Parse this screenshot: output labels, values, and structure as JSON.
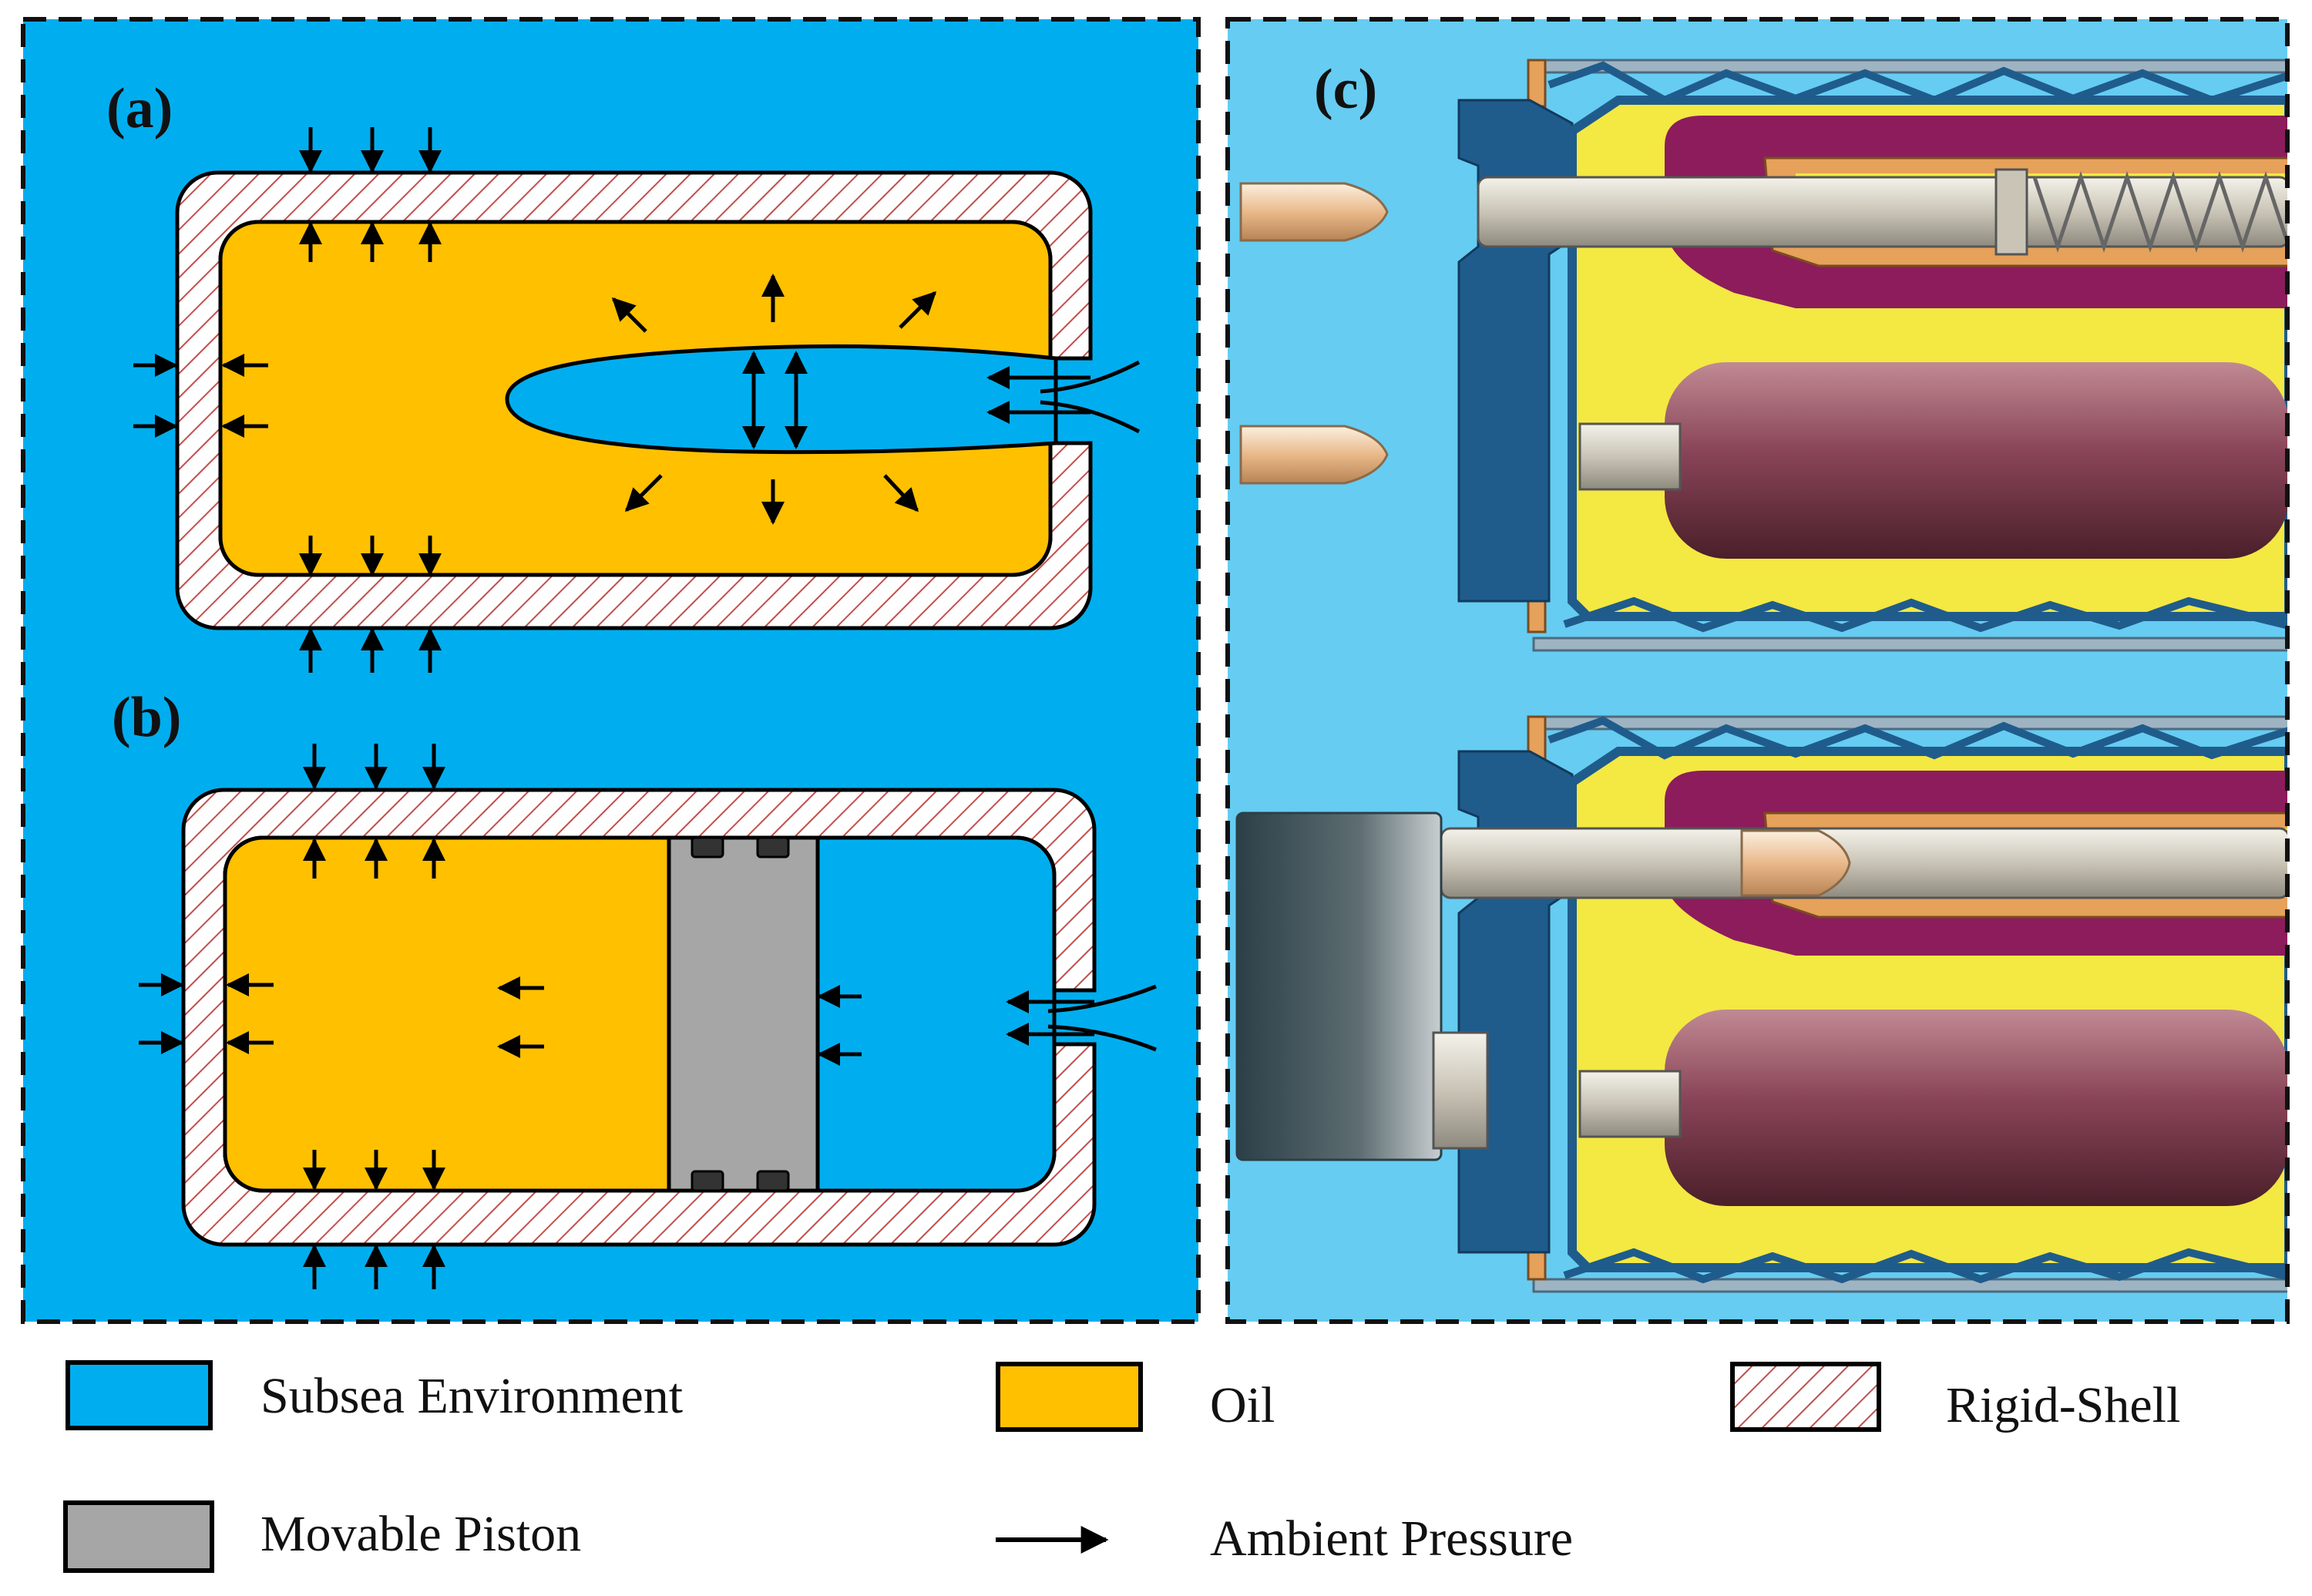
{
  "colors": {
    "subsea": "#00AEEF",
    "oil": "#FFC000",
    "piston": "#A6A6A6",
    "seal": "#333333",
    "hatch": "#C0504D",
    "panel_c_bg": "#66CCF2",
    "panel_c_body": "#1F5C8C",
    "panel_c_oil": "#F4E842",
    "panel_c_purple": "#8C1C5C",
    "panel_c_orange": "#E6A15A",
    "panel_c_rod": "#DAD6CC",
    "panel_c_cylinder": "#8A4558"
  },
  "panels": {
    "a_label": "(a)",
    "b_label": "(b)",
    "c_label": "(c)"
  },
  "legend": {
    "subsea": "Subsea Environment",
    "oil": "Oil",
    "rigid_shell": "Rigid-Shell",
    "piston": "Movable Piston",
    "pressure": "Ambient Pressure"
  }
}
